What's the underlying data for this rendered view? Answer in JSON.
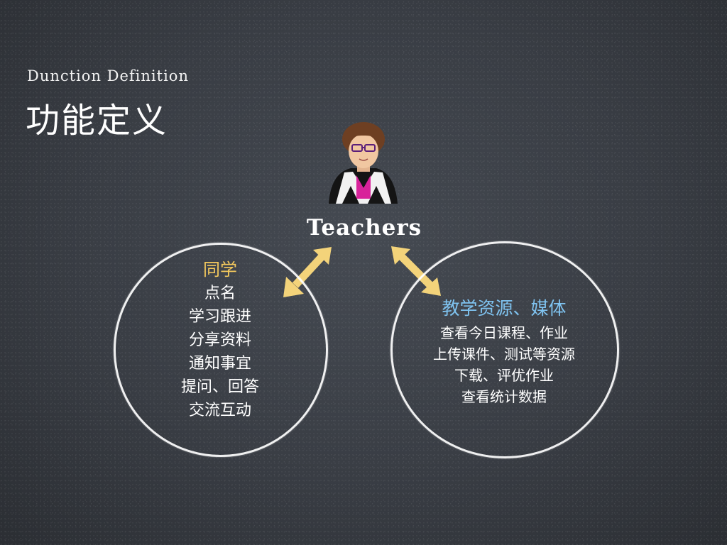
{
  "header": {
    "subtitle": "Dunction Definition",
    "title": "功能定义"
  },
  "teacher": {
    "icon": "teacher-avatar-icon",
    "label": "Teachers"
  },
  "left_circle": {
    "heading": "同学",
    "heading_color": "#f4c95d",
    "items": [
      "点名",
      "学习跟进",
      "分享资料",
      "通知事宜",
      "提问、回答",
      "交流互动"
    ]
  },
  "right_circle": {
    "heading": "教学资源、媒体",
    "heading_color": "#7fc3f0",
    "items": [
      "查看今日课程、作业",
      "上传课件、测试等资源",
      "下载、评优作业",
      "查看统计数据"
    ]
  },
  "arrows": {
    "color": "#f3d37a",
    "icon": "double-arrow-icon"
  }
}
